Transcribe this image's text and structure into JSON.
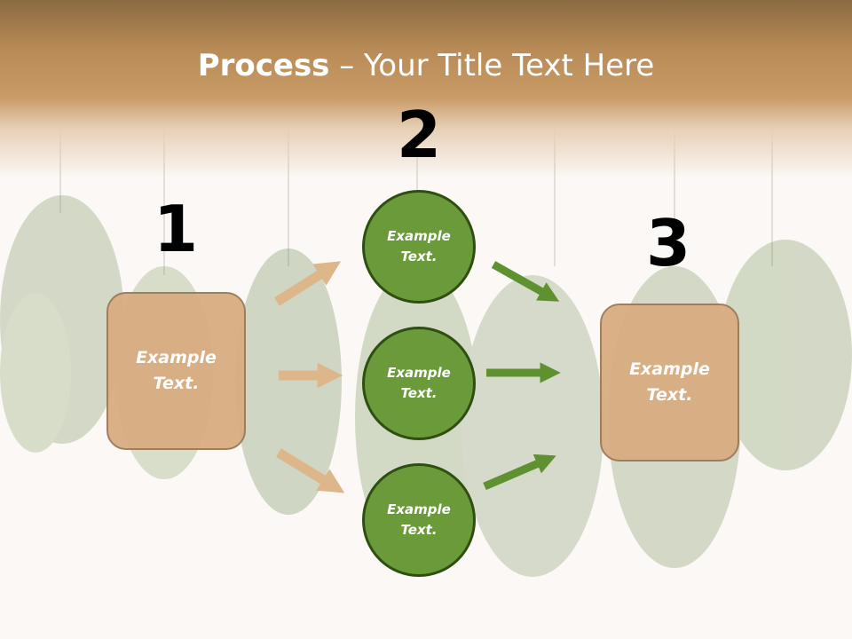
{
  "title": {
    "bold": "Process",
    "rest": " – Your Title Text Here"
  },
  "steps": {
    "one": {
      "number": "1",
      "label": "Example Text."
    },
    "two": {
      "number": "2"
    },
    "three": {
      "number": "3",
      "label": "Example Text."
    }
  },
  "circles": [
    {
      "label": "Example Text."
    },
    {
      "label": "Example Text."
    },
    {
      "label": "Example Text."
    }
  ],
  "colors": {
    "tan_box": "#d9ad82",
    "green_circle": "#6a9a3a",
    "tan_arrow": "#ddb68a",
    "green_arrow": "#5f9130",
    "header": "#c99b66"
  }
}
